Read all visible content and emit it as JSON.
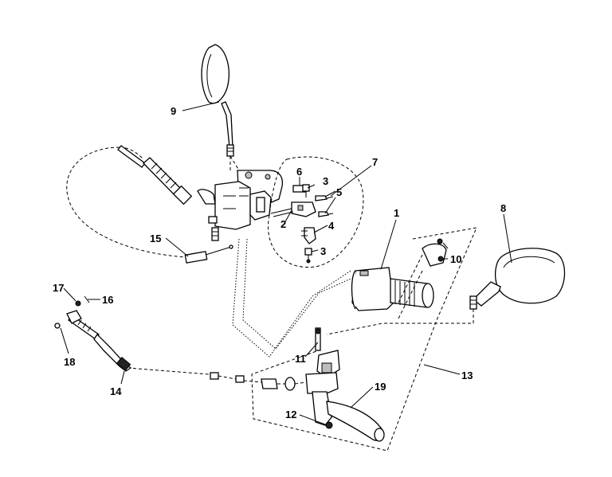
{
  "callouts": {
    "c1": "1",
    "c2": "2",
    "c3a": "3",
    "c3b": "3",
    "c4": "4",
    "c5": "5",
    "c6": "6",
    "c7": "7",
    "c8": "8",
    "c9": "9",
    "c10": "10",
    "c11": "11",
    "c12": "12",
    "c13": "13",
    "c14": "14",
    "c15": "15",
    "c16": "16",
    "c17": "17",
    "c18": "18",
    "c19": "19"
  }
}
